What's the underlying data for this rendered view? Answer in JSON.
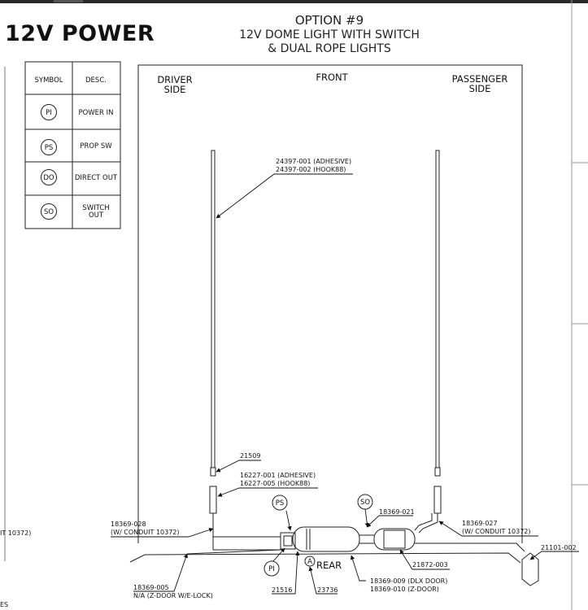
{
  "header": {
    "power_title": "12V POWER",
    "option_number": "OPTION #9",
    "option_line_1": "12V DOME LIGHT WITH SWITCH",
    "option_line_2": "& DUAL ROPE LIGHTS"
  },
  "legend": {
    "col_symbol": "SYMBOL",
    "col_desc": "DESC.",
    "rows": [
      {
        "symbol": "PI",
        "desc": [
          "POWER IN"
        ]
      },
      {
        "symbol": "PS",
        "desc": [
          "PROP SW"
        ]
      },
      {
        "symbol": "DO",
        "desc": [
          "DIRECT OUT"
        ]
      },
      {
        "symbol": "SO",
        "desc": [
          "SWITCH",
          "OUT"
        ]
      }
    ]
  },
  "orientation": {
    "driver": [
      "DRIVER",
      "SIDE"
    ],
    "front": "FRONT",
    "passenger": [
      "PASSENGER",
      "SIDE"
    ],
    "rear": "REAR"
  },
  "callouts": {
    "rope_light": [
      "24397-001 (ADHESIVE)",
      "24397-002 (HOOK88)"
    ],
    "part_21509": "21509",
    "switch_housing": [
      "16227-001 (ADHESIVE)",
      "16227-005 (HOOK88)"
    ],
    "driver_harness": [
      "18369-028",
      "(W/ CONDUIT 10372)"
    ],
    "passenger_harness": [
      "18369-027",
      "(W/ CONDUIT 10372)"
    ],
    "left_edge_fragment": "IT 10372)",
    "part_18369_021": "18369-021",
    "part_21872_003": "21872-003",
    "part_21101_002": "21101-002",
    "door_harness": [
      "18369-009 (DLX DOOR)",
      "18369-010 (Z-DOOR)"
    ],
    "lock_harness": [
      "18369-005",
      "N/A (Z-DOOR W/E-LOCK)"
    ],
    "part_21516": "21516",
    "part_23736": "23736",
    "bottom_fragment": "ES"
  },
  "symbols": {
    "prop_switch": "PS",
    "switch_out": "SO",
    "power_in": "PI",
    "marker_a": "A"
  }
}
